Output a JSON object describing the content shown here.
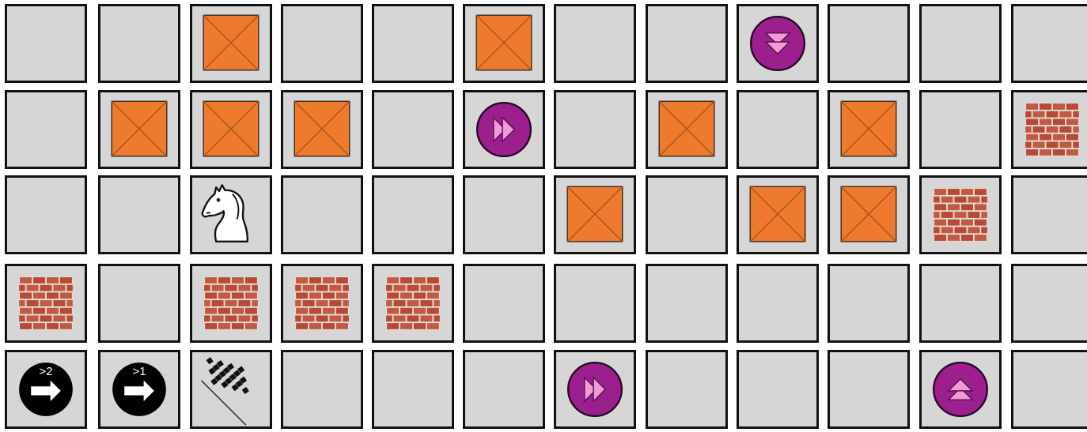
{
  "board": {
    "rows": 5,
    "cols": 12,
    "colors": {
      "cell_fill": "#d6d6d6",
      "cell_border": "#111111",
      "crate_fill": "#ee7a2e",
      "crate_line": "#a8531c",
      "booster_fill": "#9b1f8c",
      "booster_arrow": "#f29ad7",
      "arrow_badge_fill": "#000000",
      "arrow_badge_arrow": "#ffffff",
      "brick_red": "#b84a35",
      "brick_mortar": "#e6dcd6"
    },
    "cells": [
      [
        "empty",
        "empty",
        "crate",
        "empty",
        "empty",
        "crate",
        "empty",
        "empty",
        "booster-down",
        "empty",
        "empty",
        "empty"
      ],
      [
        "empty",
        "crate",
        "crate",
        "crate",
        "empty",
        "booster-right",
        "empty",
        "crate",
        "empty",
        "crate",
        "empty",
        "brick"
      ],
      [
        "empty",
        "empty",
        "knight",
        "empty",
        "empty",
        "empty",
        "crate",
        "empty",
        "crate",
        "crate",
        "brick",
        "empty"
      ],
      [
        "brick",
        "empty",
        "brick",
        "brick",
        "brick",
        "empty",
        "empty",
        "empty",
        "empty",
        "empty",
        "empty",
        "empty"
      ],
      [
        "arrow-2",
        "arrow-1",
        "finish-flag",
        "empty",
        "empty",
        "empty",
        "booster-right",
        "empty",
        "empty",
        "empty",
        "booster-up",
        "empty"
      ]
    ],
    "arrow_labels": {
      "arrow-2": ">2",
      "arrow-1": ">1"
    }
  }
}
